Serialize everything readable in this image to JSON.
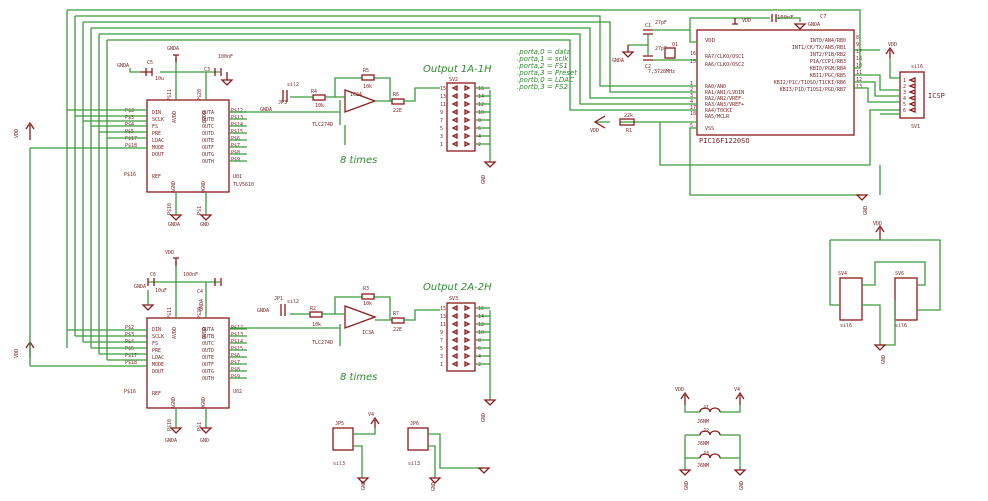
{
  "dac1": {
    "name": "U01",
    "part": "TLV5610",
    "left_pins": [
      "DIN",
      "SCLK",
      "FS",
      "PRE",
      "LDAC",
      "MODE",
      "DOUT"
    ],
    "left_nums": [
      "P$2",
      "P$3",
      "P$4",
      "P$5",
      "P$17",
      "P$18",
      ""
    ],
    "right_pins": [
      "OUTA",
      "OUTB",
      "OUTC",
      "OUTD",
      "OUTE",
      "OUTF",
      "OUTG",
      "OUTH"
    ],
    "right_nums": [
      "P$12",
      "P$13",
      "P$14",
      "P$15",
      "P$6",
      "P$7",
      "P$8",
      "P$9"
    ],
    "ref": "REF",
    "ref_num": "P$16",
    "top": [
      "AVDD",
      "DVDD"
    ],
    "top_nums": [
      "P$11",
      "P$20"
    ],
    "bottom": [
      "AGND",
      "DGND"
    ],
    "bottom_nums": [
      "P$10",
      "P$1"
    ]
  },
  "dac2": {
    "name": "U02",
    "left_pins": [
      "DIN",
      "SCLK",
      "FS",
      "PRE",
      "LDAC",
      "MODE",
      "DOUT"
    ],
    "left_nums": [
      "P$2",
      "P$3",
      "P$4",
      "P$5",
      "P$17",
      "P$18",
      ""
    ],
    "right_pins": [
      "OUTA",
      "OUTB",
      "OUTC",
      "OUTD",
      "OUTE",
      "OUTF",
      "OUTG",
      "OUTH"
    ],
    "right_nums": [
      "P$12",
      "P$13",
      "P$14",
      "P$15",
      "P$6",
      "P$7",
      "P$8",
      "P$9"
    ],
    "ref": "REF",
    "ref_num": "P$16",
    "top": [
      "AVDD",
      "DVDD"
    ],
    "top_nums": [
      "P$11",
      "P$20"
    ],
    "bottom": [
      "AGND",
      "DGND"
    ],
    "bottom_nums": [
      "P$10",
      "P$1"
    ]
  },
  "power": {
    "vdd": "VDD",
    "gnda": "GNDA",
    "gnd": "GND",
    "v4": "V4"
  },
  "parts": {
    "c5": "C5",
    "c5v": "10u",
    "c3": "C3",
    "c3v": "100nF",
    "c6": "C6",
    "c6v": "10uF",
    "c4": "C4",
    "c4v": "100nF",
    "jp3": "JP3",
    "jp1": "JP1",
    "sil2": "sil2",
    "r4": "R4",
    "r4v": "10k",
    "r5": "R5",
    "r5v": "10k",
    "r6": "R6",
    "r6v": "22E",
    "r2": "R2",
    "r2v": "10k",
    "r3": "R3",
    "r3v": "10k",
    "r7": "R7",
    "r7v": "22E",
    "ic2": "IC2A",
    "ic3": "IC3A",
    "opamp": "TLC274D",
    "r1": "R1",
    "r1v": "22k",
    "q1": "Q1",
    "q1v": "7,3728MHz",
    "c1": "C1",
    "c2": "C2",
    "c1v": "27pF",
    "c2v": "27pF",
    "c7": "C7",
    "c7v": "100nF",
    "jp5": "JP5",
    "jp5v": "sil3",
    "jp6": "JP6",
    "jp6v": "sil3",
    "sv1": "SV1",
    "sv1v": "sil6",
    "sv_label": "ICSP",
    "sv4": "SV4",
    "sv4v": "sil6",
    "sv6": "SV6",
    "sv6v": "sil6",
    "j1": "J1",
    "j2": "J2",
    "j3": "J3",
    "jv": "J6NM"
  },
  "connectors": {
    "sv2": "SV2",
    "sv3": "SV3",
    "pins_left": [
      "15",
      "13",
      "11",
      "9",
      "7",
      "5",
      "3",
      "1"
    ],
    "pins_right": [
      "16",
      "14",
      "12",
      "10",
      "8",
      "6",
      "4",
      "2"
    ]
  },
  "labels": {
    "out1": "Output 1A-1H",
    "out2": "Output 2A-2H",
    "times1": "8 times",
    "times2": "8 times",
    "map": [
      ".porta,0 = data",
      ".porta,1 = sclk",
      ".porta,2 = FS1",
      ".porta,3 = Preset",
      ".portb,0 = LDAC",
      ".portb,3 = FS2"
    ]
  },
  "mcu": {
    "name": "PIC16F1220SO",
    "vdd": "VDD",
    "left": [
      "RA7/CLKO/OSC1",
      "RA6/CLKO/OSC2",
      "RA0/AN0",
      "RA1/AN1/LVDIN",
      "RA2/AN2/VREF-",
      "RA3/AN3/VREF+",
      "RA4/T0CKI",
      "RA5/MCLR",
      "VSS"
    ],
    "left_nums": [
      "16",
      "15",
      "1",
      "2",
      "3",
      "4",
      "17",
      "18",
      "5"
    ],
    "right": [
      "INT0/AN4/RB0",
      "INT1/CK/TX/AN5/RB1",
      "INT2/P1B/RB2",
      "P1A/CCP1/RB3",
      "KBI0/PGM/RB4",
      "KBI1/PGC/RB5",
      "KBI2/P1C/T1OSO/T1CKI/RB6",
      "KBI3/P1D/T1OSI/PGD/RB7"
    ],
    "right_nums": [
      "8",
      "9",
      "17",
      "18",
      "10",
      "11",
      "12",
      "13"
    ]
  }
}
